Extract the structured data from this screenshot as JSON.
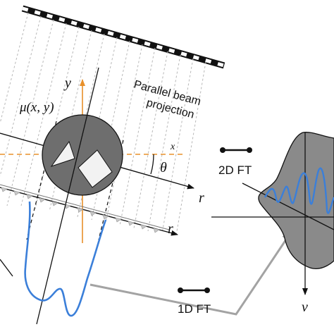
{
  "labels": {
    "mu": "μ(x, y)",
    "y_axis": "y",
    "x_axis": "x",
    "theta": "θ",
    "r_upper": "r",
    "r_lower": "r",
    "beam_line1": "Parallel beam",
    "beam_line2": "projection",
    "ft2d": "2D FT",
    "ft1d": "1D FT",
    "v_axis": "v"
  },
  "colors": {
    "axis_orange": "#e8902a",
    "profile_blue": "#3b7fd9",
    "disk_gray": "#6e6e6e",
    "spectrum_gray": "#8a8a8a",
    "arrow_gray": "#a3a3a3",
    "ink": "#111111"
  },
  "icons": {
    "ft_symbol": "dumbbell-icon"
  }
}
